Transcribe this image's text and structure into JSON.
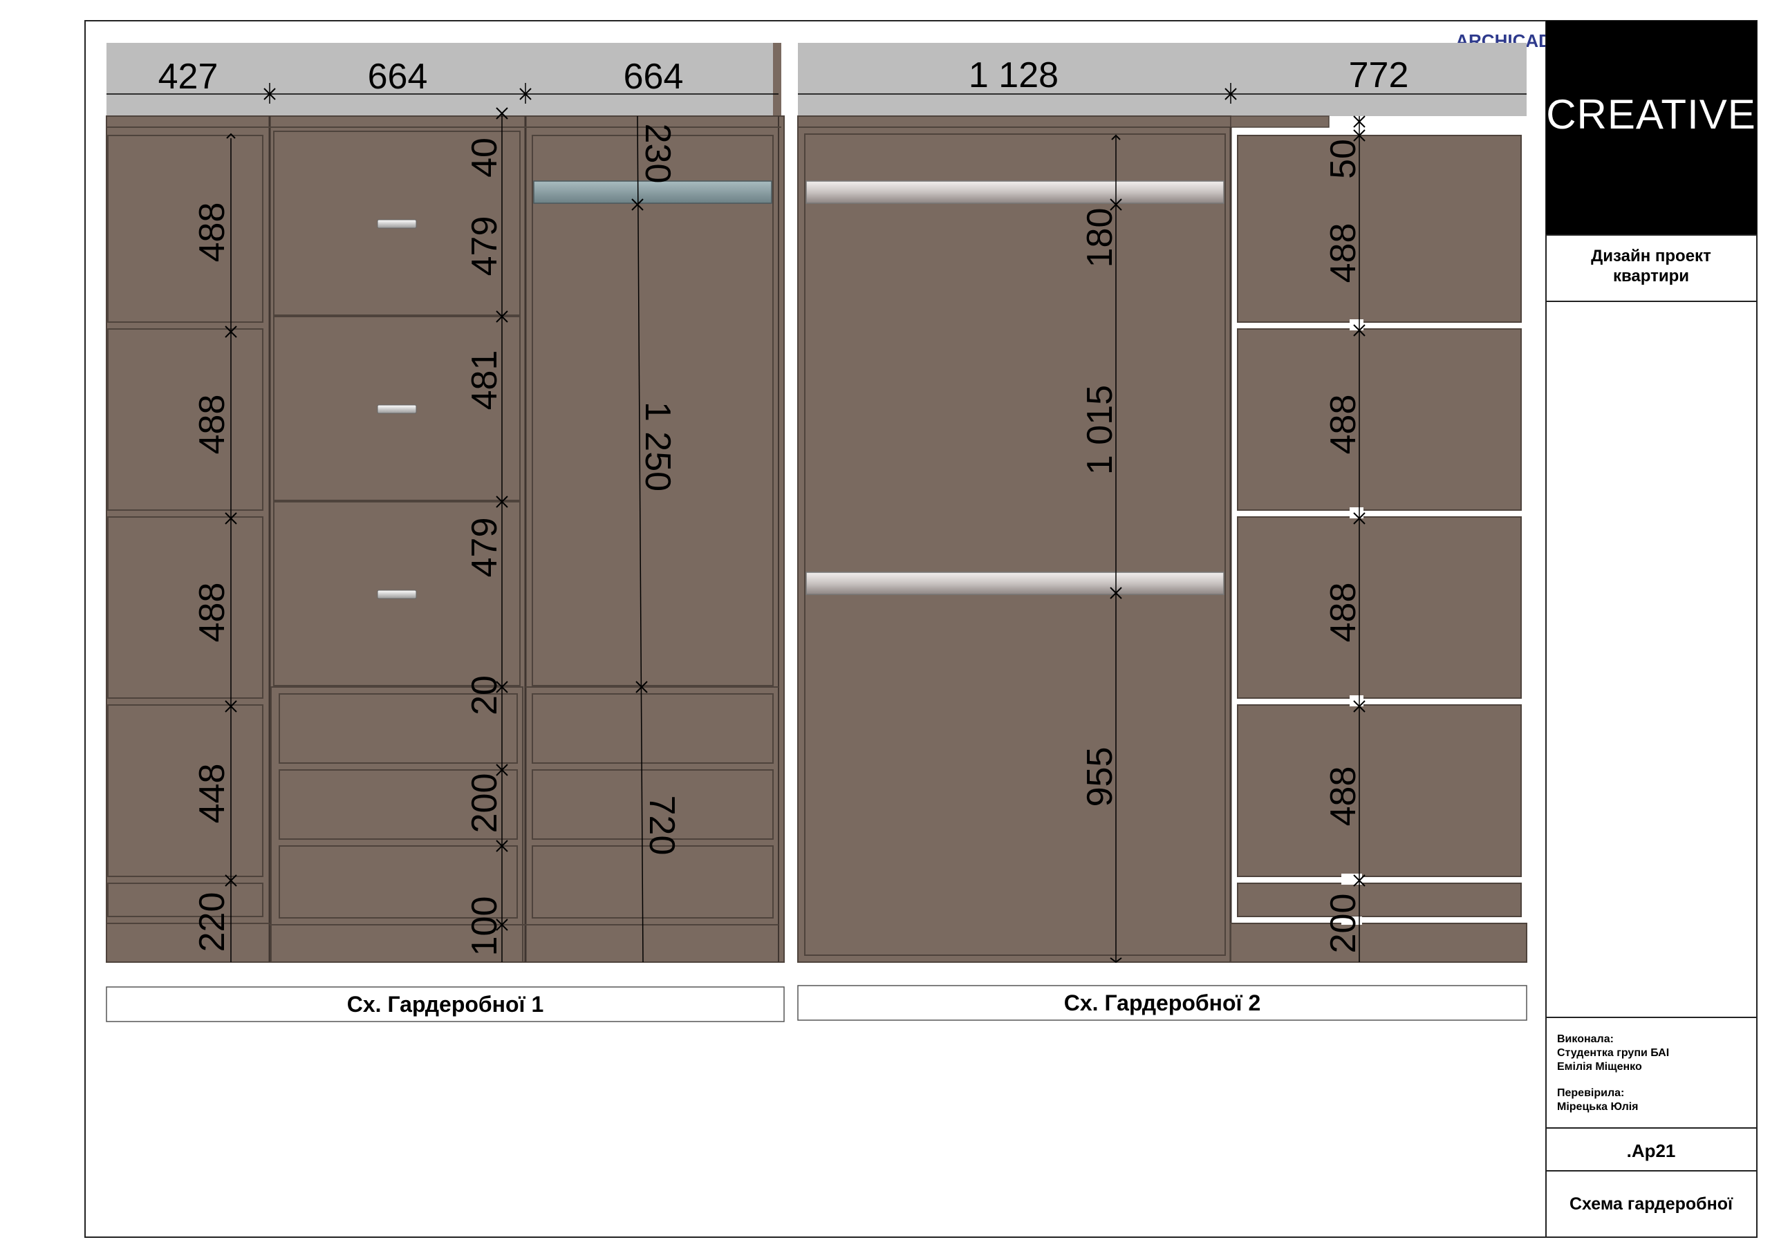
{
  "watermark": "ARCHICAD EDUCATION VERSION",
  "title_block": {
    "logo": "CREATIVE",
    "project_line1": "Дизайн проект",
    "project_line2": "квартири",
    "performer_label": "Виконала:",
    "performer_line1": "Студентка групи БАІ",
    "performer_line2": "Емілія Міщенко",
    "checker_label": "Перевірила:",
    "checker_name": "Мірецька Юлія",
    "sheet_code": ".Ар21",
    "sheet_title": "Схема гардеробної"
  },
  "wardrobe1": {
    "caption": "Сх. Гардеробної 1",
    "top_dims": [
      "427",
      "664",
      "664"
    ],
    "col1_dims": [
      "488",
      "488",
      "488",
      "448",
      "220"
    ],
    "col2_dims": [
      "40",
      "479",
      "481",
      "479",
      "20",
      "200",
      "100"
    ],
    "col3_dims": [
      "230",
      "1 250",
      "720"
    ]
  },
  "wardrobe2": {
    "caption": "Сх. Гардеробної 2",
    "top_dims": [
      "1 128",
      "772"
    ],
    "col1_dims": [
      "180",
      "1 015",
      "955"
    ],
    "col2_dims": [
      "50",
      "488",
      "488",
      "488",
      "488",
      "200"
    ]
  },
  "colors": {
    "panel": "#7a6a60",
    "frame": "#5a4e46",
    "dim_band": "#bdbdbd",
    "watermark": "#2e3a8c",
    "logo_bg": "#000000"
  }
}
